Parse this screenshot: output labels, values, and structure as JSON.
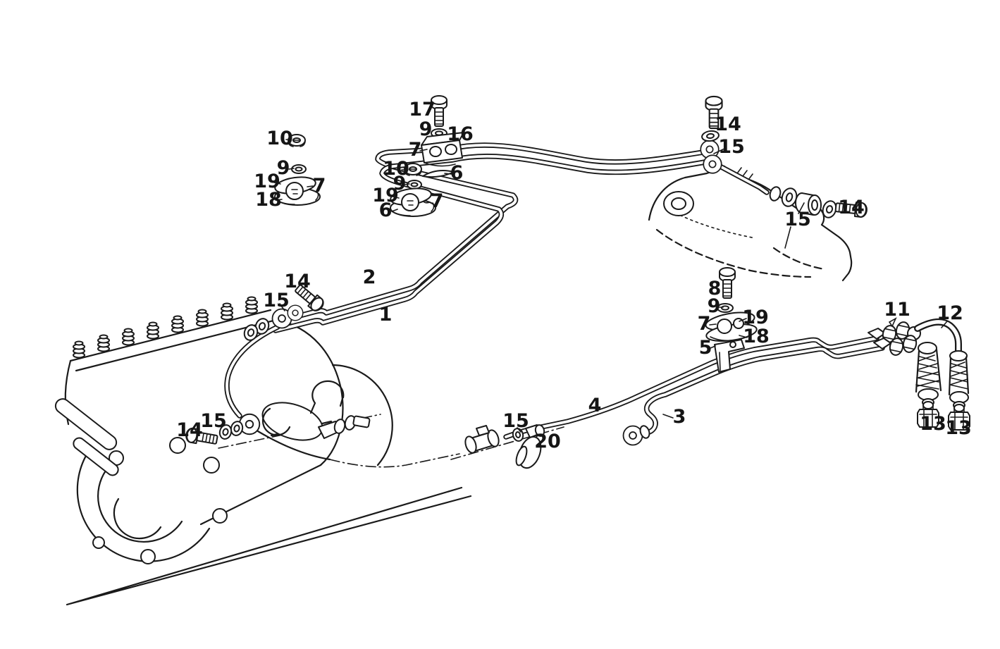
{
  "colors": {
    "ink": "#1a1a1a",
    "paper": "#ffffff"
  },
  "callouts": [
    {
      "label": "17"
    },
    {
      "label": "9"
    },
    {
      "label": "16"
    },
    {
      "label": "7"
    },
    {
      "label": "10"
    },
    {
      "label": "6"
    },
    {
      "label": "9"
    },
    {
      "label": "19"
    },
    {
      "label": "7"
    },
    {
      "label": "6"
    },
    {
      "label": "10"
    },
    {
      "label": "9"
    },
    {
      "label": "19"
    },
    {
      "label": "7"
    },
    {
      "label": "18"
    },
    {
      "label": "14"
    },
    {
      "label": "15"
    },
    {
      "label": "14"
    },
    {
      "label": "15"
    },
    {
      "label": "2"
    },
    {
      "label": "1"
    },
    {
      "label": "14"
    },
    {
      "label": "15"
    },
    {
      "label": "8"
    },
    {
      "label": "9"
    },
    {
      "label": "7"
    },
    {
      "label": "19"
    },
    {
      "label": "18"
    },
    {
      "label": "5"
    },
    {
      "label": "11"
    },
    {
      "label": "12"
    },
    {
      "label": "13"
    },
    {
      "label": "13"
    },
    {
      "label": "15"
    },
    {
      "label": "20"
    },
    {
      "label": "4"
    },
    {
      "label": "3"
    },
    {
      "label": "14"
    },
    {
      "label": "15"
    }
  ]
}
